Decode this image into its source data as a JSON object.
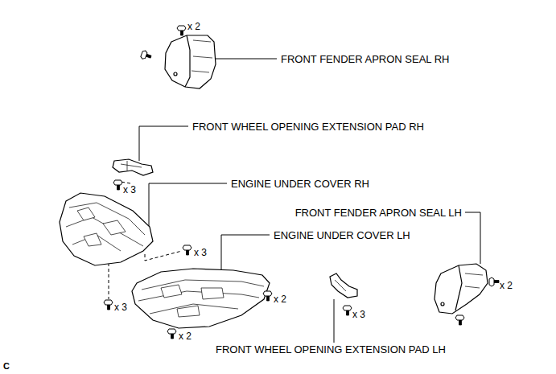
{
  "diagram": {
    "labels": [
      "x 2",
      "FRONT FENDER APRON SEAL RH",
      "FRONT WHEEL OPENING EXTENSION PAD RH",
      "x 3",
      "ENGINE UNDER COVER RH",
      "FRONT FENDER APRON SEAL LH",
      "x 3",
      "ENGINE UNDER COVER LH",
      "x 2",
      "x 3",
      "x 2",
      "x 3",
      "x 2",
      "FRONT WHEEL OPENING EXTENSION PAD LH",
      "C"
    ]
  }
}
